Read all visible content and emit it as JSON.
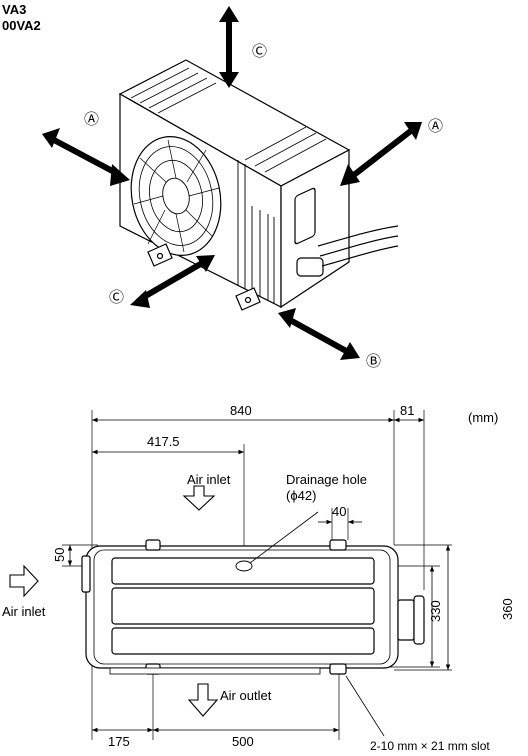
{
  "model_labels": {
    "line1": "VA3",
    "line2": "00VA2"
  },
  "clearance_marks": {
    "a": "Ⓐ",
    "b": "Ⓑ",
    "c": "Ⓒ"
  },
  "units": "(mm)",
  "dimensions": {
    "width_total": "840",
    "side_extension": "81",
    "drain_offset": "417.5",
    "top_offset": "50",
    "foot_width": "40",
    "body_depth": "330",
    "total_depth": "360",
    "left_foot": "175",
    "foot_span": "500"
  },
  "labels": {
    "air_inlet_top": "Air inlet",
    "air_inlet_left": "Air inlet",
    "air_outlet": "Air outlet",
    "drainage_hole": "Drainage hole",
    "drainage_dia": "(ϕ42)",
    "slot": "2-10 mm × 21 mm slot"
  }
}
